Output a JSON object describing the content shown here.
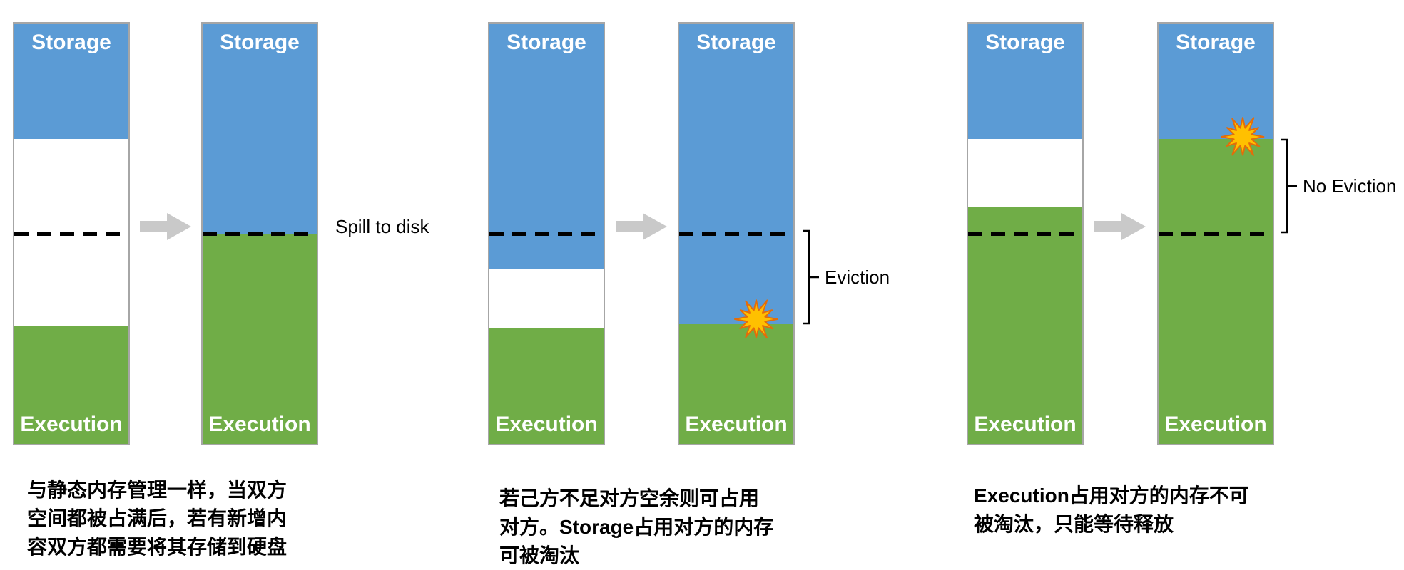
{
  "labels": {
    "storage": "Storage",
    "execution": "Execution"
  },
  "annotations": {
    "spill_to_disk": "Spill to disk",
    "eviction": "Eviction",
    "no_eviction": "No Eviction"
  },
  "bars": [
    {
      "id": "unified-before-spill",
      "storage_pct": 27.5,
      "execution_pct": 28.0,
      "dashed_line_pct": 50
    },
    {
      "id": "unified-after-spill",
      "storage_pct": 50.0,
      "execution_pct": 50.0,
      "dashed_line_pct": 50
    },
    {
      "id": "storage-borrow-before",
      "storage_pct": 58.5,
      "execution_pct": 27.5,
      "dashed_line_pct": 50
    },
    {
      "id": "storage-borrow-after",
      "storage_pct": 71.5,
      "execution_pct": 28.5,
      "dashed_line_pct": 50
    },
    {
      "id": "execution-borrow-before",
      "storage_pct": 27.5,
      "execution_pct": 56.5,
      "dashed_line_pct": 50
    },
    {
      "id": "execution-borrow-after",
      "storage_pct": 27.5,
      "execution_pct": 72.5,
      "dashed_line_pct": 50
    }
  ],
  "captions": [
    {
      "lines": [
        "与静态内存管理一样，当双方",
        "空间都被占满后，若有新增内",
        "容双方都需要将其存储到硬盘"
      ]
    },
    {
      "lines": [
        "若己方不足对方空余则可占用",
        "对方。Storage占用对方的内存",
        "可被淘汰"
      ]
    },
    {
      "lines": [
        "Execution占用对方的内存不可",
        "被淘汰，只能等待释放"
      ]
    }
  ],
  "colors": {
    "storage_blue": "#5b9bd5",
    "execution_green": "#70ad47",
    "bar_border": "#a6a6a6",
    "arrow_gray": "#c9c9c9",
    "burst_fill": "#ffc000",
    "burst_stroke": "#e36c0a",
    "dash_black": "#000000"
  }
}
